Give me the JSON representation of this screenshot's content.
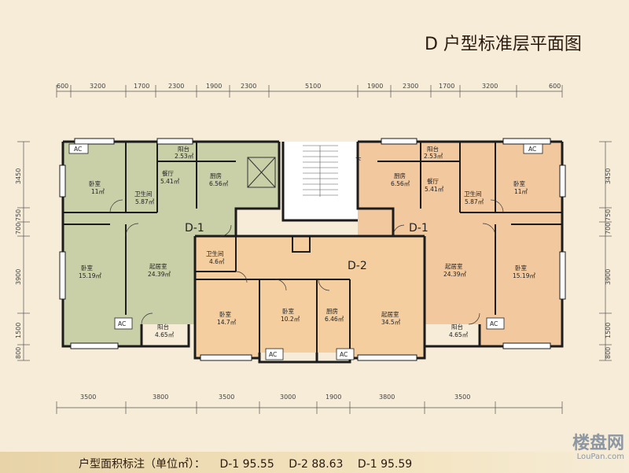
{
  "title": "D 户型标准层平面图",
  "top_dims": [
    "600",
    "3200",
    "1700",
    "2300",
    "1900",
    "2300",
    "5100",
    "1900",
    "2300",
    "1700",
    "3200",
    "600"
  ],
  "bottom_dims": [
    "3500",
    "3800",
    "3500",
    "3000",
    "1900",
    "3800",
    "3500"
  ],
  "left_dims": [
    "3450",
    "750",
    "700",
    "3900",
    "1500",
    "800"
  ],
  "right_dims": [
    "3450",
    "750",
    "700",
    "3900",
    "1500",
    "800"
  ],
  "units": {
    "d1_left": "D-1",
    "d2": "D-2",
    "d1_right": "D-1"
  },
  "rooms_left": {
    "bedroom_a": {
      "name": "卧室",
      "area": "11㎡"
    },
    "balcony_a": {
      "name": "阳台",
      "area": "2.53㎡"
    },
    "dining": {
      "name": "餐厅",
      "area": "5.41㎡"
    },
    "kitchen": {
      "name": "厨房",
      "area": "6.56㎡"
    },
    "bath": {
      "name": "卫生间",
      "area": "5.87㎡"
    },
    "bedroom_b": {
      "name": "卧室",
      "area": "15.19㎡"
    },
    "living": {
      "name": "起居室",
      "area": "24.39㎡"
    },
    "balcony_b": {
      "name": "阳台",
      "area": "4.65㎡"
    }
  },
  "rooms_d2": {
    "bath": {
      "name": "卫生间",
      "area": "4.6㎡"
    },
    "bedroom_a": {
      "name": "卧室",
      "area": "14.7㎡"
    },
    "bedroom_b": {
      "name": "卧室",
      "area": "10.2㎡"
    },
    "kitchen": {
      "name": "厨房",
      "area": "6.46㎡"
    },
    "living": {
      "name": "起居室",
      "area": "34.5㎡"
    }
  },
  "rooms_right": {
    "balcony_a": {
      "name": "阳台",
      "area": "2.53㎡"
    },
    "kitchen": {
      "name": "厨房",
      "area": "6.56㎡"
    },
    "dining": {
      "name": "餐厅",
      "area": "5.41㎡"
    },
    "bath": {
      "name": "卫生间",
      "area": "5.87㎡"
    },
    "bedroom_a": {
      "name": "卧室",
      "area": "11㎡"
    },
    "living": {
      "name": "起居室",
      "area": "24.39㎡"
    },
    "bedroom_b": {
      "name": "卧室",
      "area": "15.19㎡"
    },
    "balcony_b": {
      "name": "阳台",
      "area": "4.65㎡"
    }
  },
  "ac_label": "AC",
  "stair_mark": "下",
  "legend": {
    "label": "户型面积标注（单位㎡）：",
    "items": [
      "D-1  95.55",
      "D-2  88.63",
      "D-1  95.59"
    ]
  },
  "watermark": {
    "main": "楼盘网",
    "sub": "LouPan.com"
  },
  "colors": {
    "d1_left": "#c9cfa6",
    "d2": "#f4ce9e",
    "d1_right": "#f2c89f",
    "core": "#ffffff",
    "wall": "#1c1c1c"
  }
}
